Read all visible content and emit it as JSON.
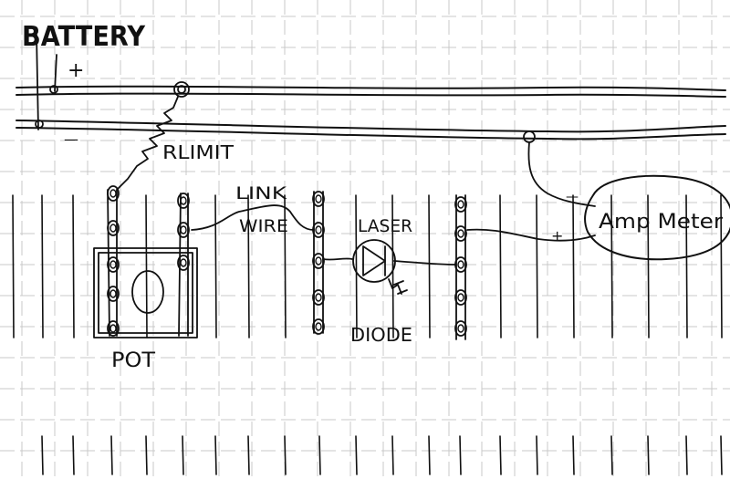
{
  "labels": {
    "battery": "BATTERY",
    "plus": "+",
    "minus": "—",
    "rlimit": "RLIMIT",
    "link_wire_line1": "LINK",
    "link_wire_line2": "WIRE",
    "laser": "LASER",
    "diode": "DIODE",
    "pot": "POT",
    "amp_meter": "Amp Meter",
    "meter_minus": "—",
    "meter_plus": "+"
  },
  "colors": {
    "ink": "#111111",
    "grid": "#c8c8c8",
    "paper": "#ffffff"
  }
}
